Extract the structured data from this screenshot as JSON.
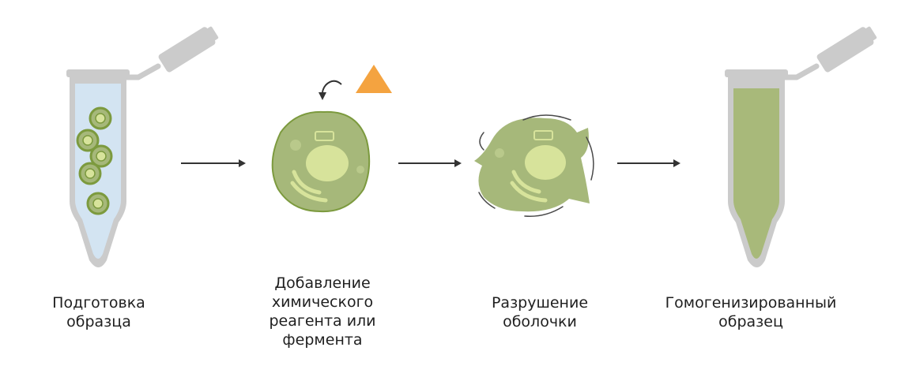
{
  "steps": [
    {
      "id": "sample-prep",
      "lines": [
        "Подготовка",
        "образца"
      ]
    },
    {
      "id": "add-reagent",
      "lines": [
        "Добавление",
        "химического",
        "реагента или",
        "фермента"
      ]
    },
    {
      "id": "membrane-disruption",
      "lines": [
        "Разрушение",
        "оболочки"
      ]
    },
    {
      "id": "homogenized-sample",
      "lines": [
        "Гомогенизированный",
        "образец"
      ]
    }
  ],
  "icons": {
    "tube": "microcentrifuge-tube-icon",
    "cell": "cell-icon",
    "reagent": "triangle-reagent-icon",
    "arrow": "right-arrow-icon"
  },
  "colors": {
    "tube_gray": "#cbcbcb",
    "liquid_blue": "#d3e4f2",
    "cell_green": "#a6b87a",
    "cell_outline": "#7c9a3e",
    "organelle_light": "#d7e39b",
    "homogenate_green": "#a8b97a",
    "reagent_orange": "#f4a340",
    "arrow_dark": "#333333"
  }
}
